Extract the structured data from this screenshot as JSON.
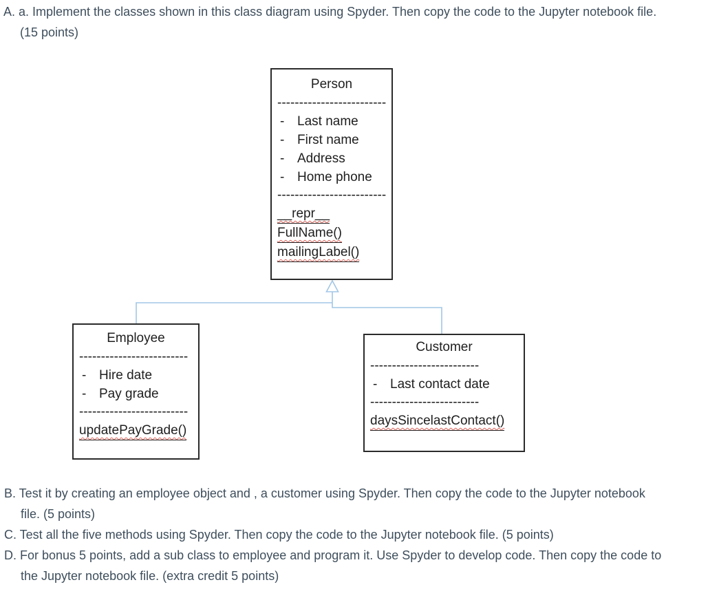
{
  "page": {
    "background": "#ffffff",
    "text_color": "#3e4e5c"
  },
  "task_a": {
    "lines": [
      "A. a. Implement the classes shown in this class diagram using Spyder. Then copy the code to the Jupyter notebook file.",
      "(15 points)"
    ]
  },
  "diagram": {
    "connector_color": "#a2c6e6",
    "bullet": "-",
    "person": {
      "title": "Person",
      "divider1": "-------------------------",
      "attributes": [
        "Last name",
        "First name",
        "Address",
        "Home phone"
      ],
      "divider2": "-------------------------",
      "methods": [
        "__repr__",
        "FullName()",
        "mailingLabel()"
      ]
    },
    "employee": {
      "title": "Employee",
      "divider1": "-------------------------",
      "attributes": [
        "Hire date",
        "Pay grade"
      ],
      "divider2": "-------------------------",
      "methods": [
        "updatePayGrade()"
      ]
    },
    "customer": {
      "title": "Customer",
      "divider1": "-------------------------",
      "attributes": [
        "Last contact date"
      ],
      "divider2": "-------------------------",
      "methods": [
        "daysSincelastContact()"
      ]
    }
  },
  "task_b": {
    "lines": [
      "B. Test it by creating an employee object and , a customer using Spyder. Then copy the code to the Jupyter notebook",
      "file. (5 points)"
    ]
  },
  "task_c": {
    "lines": [
      "C. Test all the five methods using Spyder. Then copy the code to the Jupyter notebook file. (5 points)"
    ]
  },
  "task_d": {
    "lines": [
      "D. For bonus 5 points, add a sub class to employee and program it. Use Spyder to develop code. Then copy the code to",
      "the Jupyter notebook file. (extra credit 5 points)"
    ]
  }
}
